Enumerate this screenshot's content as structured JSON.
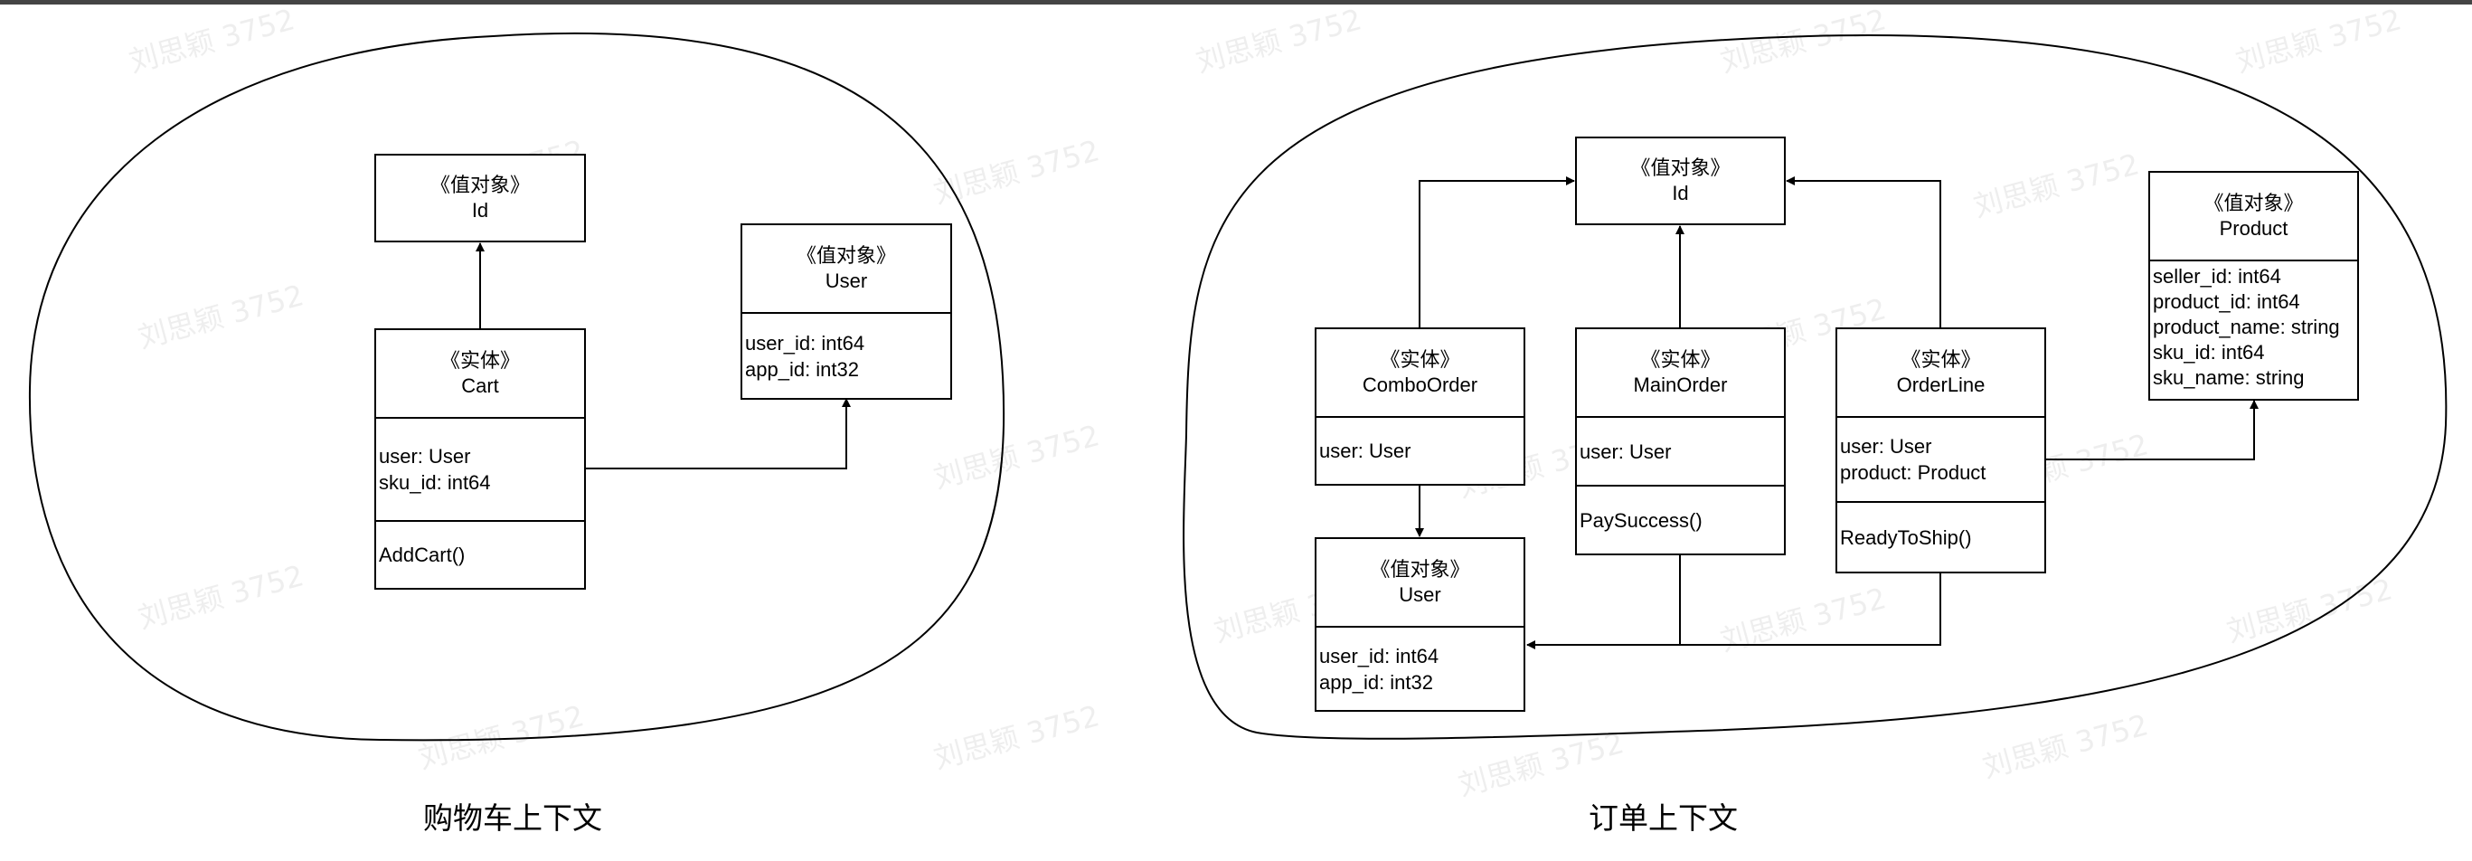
{
  "watermark": "刘思颖 3752",
  "contexts": [
    {
      "caption": "购物车上下文",
      "classes": {
        "id": {
          "stereotype": "《值对象》",
          "name": "Id"
        },
        "cart": {
          "stereotype": "《实体》",
          "name": "Cart",
          "attributes": [
            "user: User",
            "sku_id: int64"
          ],
          "methods": [
            "AddCart()"
          ]
        },
        "user": {
          "stereotype": "《值对象》",
          "name": "User",
          "attributes": [
            "user_id: int64",
            "app_id: int32"
          ]
        }
      }
    },
    {
      "caption": "订单上下文",
      "classes": {
        "id": {
          "stereotype": "《值对象》",
          "name": "Id"
        },
        "combo_order": {
          "stereotype": "《实体》",
          "name": "ComboOrder",
          "attributes": [
            "user: User"
          ]
        },
        "main_order": {
          "stereotype": "《实体》",
          "name": "MainOrder",
          "attributes": [
            "user: User"
          ],
          "methods": [
            "PaySuccess()"
          ]
        },
        "order_line": {
          "stereotype": "《实体》",
          "name": "OrderLine",
          "attributes": [
            "user: User",
            "product: Product"
          ],
          "methods": [
            "ReadyToShip()"
          ]
        },
        "user": {
          "stereotype": "《值对象》",
          "name": "User",
          "attributes": [
            "user_id: int64",
            "app_id: int32"
          ]
        },
        "product": {
          "stereotype": "《值对象》",
          "name": "Product",
          "attributes": [
            "seller_id: int64",
            "product_id: int64",
            "product_name: string",
            "sku_id: int64",
            "sku_name: string"
          ]
        }
      }
    }
  ]
}
